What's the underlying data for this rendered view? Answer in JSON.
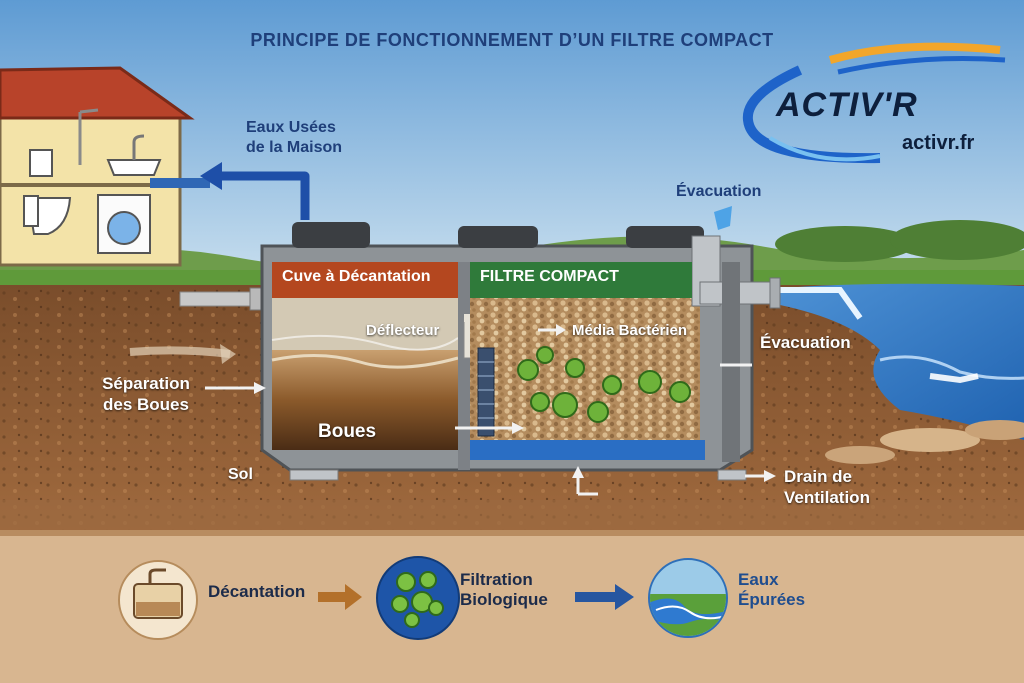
{
  "title": "PRINCIPE DE FONCTIONNEMENT D’UN FILTRE COMPACT",
  "logo": {
    "brand": "ACTIV'R",
    "url": "activr.fr"
  },
  "labels": {
    "eaux_usees": "Eaux Usées de la Maison",
    "cuve": "Cuve à Décantation",
    "filtre": "FILTRE COMPACT",
    "deflecteur": "Déflecteur",
    "media": "Média Bactérien",
    "evacuation_top": "Évacuation",
    "evacuation_right": "Évacuation",
    "separation": "Séparation des Boues",
    "boues": "Boues",
    "sol": "Sol",
    "drain": "Drain de Ventilation"
  },
  "steps": [
    {
      "label": "Décantation",
      "icon": "decantation-tank-icon"
    },
    {
      "label": "Filtration Biologique",
      "icon": "biological-filter-icon"
    },
    {
      "label": "Eaux Épurées",
      "icon": "clean-water-river-icon"
    }
  ],
  "colors": {
    "sky": "#6fa8d8",
    "soil": "#8a5a33",
    "cuve_header": "#b4471f",
    "filtre_header": "#2f7a3a",
    "title": "#1f3f7a"
  }
}
